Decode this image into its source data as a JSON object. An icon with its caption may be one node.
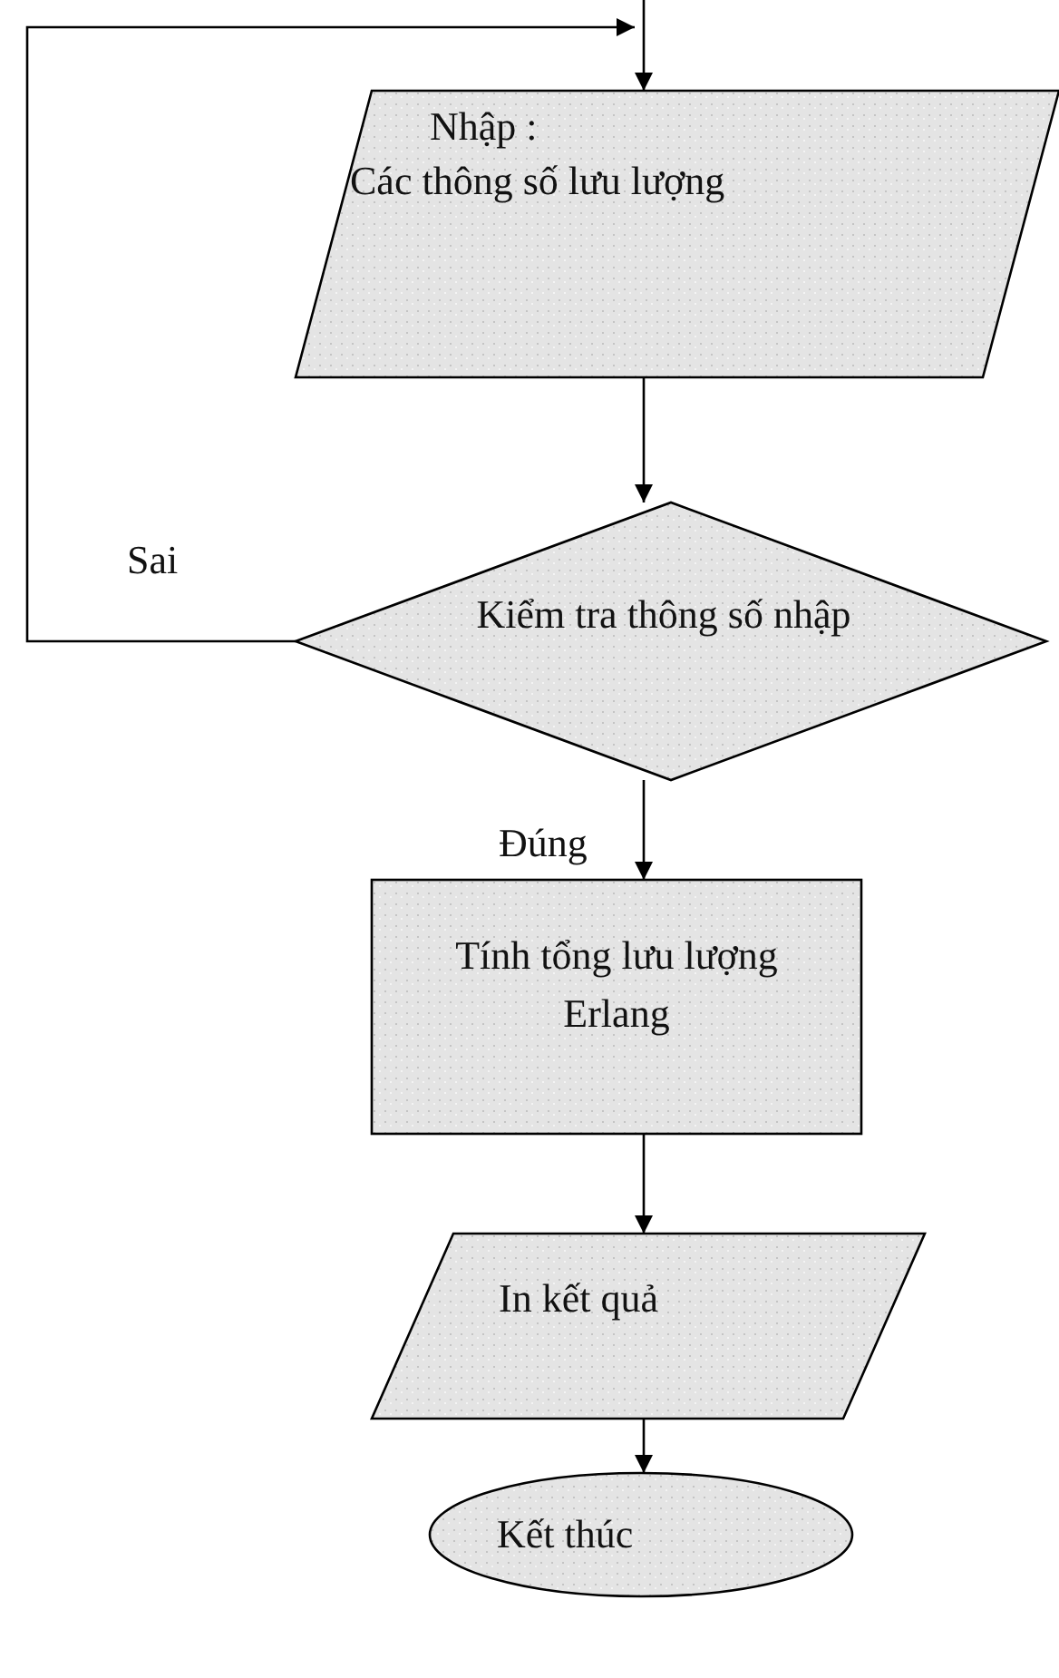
{
  "diagram": {
    "nodes": [
      {
        "text": [
          "Nhập :",
          "Các thông số lưu lượng"
        ]
      },
      {
        "text": [
          "Kiểm tra thông số nhập"
        ]
      },
      {
        "text": [
          "Tính tổng lưu lượng Erlang"
        ]
      },
      {
        "text": [
          "In kết quả"
        ]
      },
      {
        "text": [
          "Kết thúc"
        ]
      }
    ],
    "edges": [
      {
        "from": null,
        "to": 0,
        "arrow": "to"
      },
      {
        "from": 1,
        "to": 0,
        "arrow": "to",
        "label": "Sai"
      },
      {
        "from": 0,
        "to": 1,
        "arrow": "to"
      },
      {
        "from": 1,
        "to": 2,
        "arrow": "to",
        "label": "Đúng"
      },
      {
        "from": 2,
        "to": 3,
        "arrow": "to"
      },
      {
        "from": 3,
        "to": 4,
        "arrow": "to"
      }
    ]
  }
}
